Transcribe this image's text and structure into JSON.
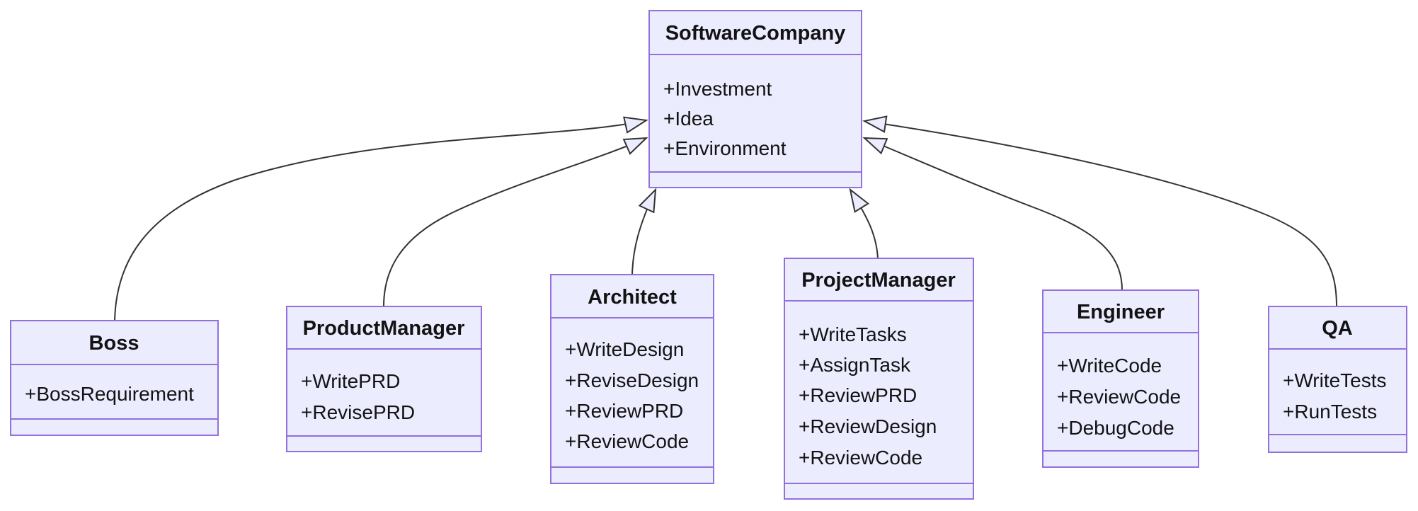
{
  "diagram": {
    "type": "uml-class-diagram",
    "colors": {
      "node_fill": "#ECECFF",
      "node_border": "#9370DB",
      "edge_line": "#333333",
      "text": "#131313"
    },
    "classes": [
      {
        "name": "SoftwareCompany",
        "members": [
          "+Investment",
          "+Idea",
          "+Environment"
        ]
      },
      {
        "name": "Boss",
        "members": [
          "+BossRequirement"
        ]
      },
      {
        "name": "ProductManager",
        "members": [
          "+WritePRD",
          "+RevisePRD"
        ]
      },
      {
        "name": "Architect",
        "members": [
          "+WriteDesign",
          "+ReviseDesign",
          "+ReviewPRD",
          "+ReviewCode"
        ]
      },
      {
        "name": "ProjectManager",
        "members": [
          "+WriteTasks",
          "+AssignTask",
          "+ReviewPRD",
          "+ReviewDesign",
          "+ReviewCode"
        ]
      },
      {
        "name": "Engineer",
        "members": [
          "+WriteCode",
          "+ReviewCode",
          "+DebugCode"
        ]
      },
      {
        "name": "QA",
        "members": [
          "+WriteTests",
          "+RunTests"
        ]
      }
    ],
    "relations": [
      {
        "from": "Boss",
        "to": "SoftwareCompany",
        "type": "inheritance"
      },
      {
        "from": "ProductManager",
        "to": "SoftwareCompany",
        "type": "inheritance"
      },
      {
        "from": "Architect",
        "to": "SoftwareCompany",
        "type": "inheritance"
      },
      {
        "from": "ProjectManager",
        "to": "SoftwareCompany",
        "type": "inheritance"
      },
      {
        "from": "Engineer",
        "to": "SoftwareCompany",
        "type": "inheritance"
      },
      {
        "from": "QA",
        "to": "SoftwareCompany",
        "type": "inheritance"
      }
    ]
  }
}
